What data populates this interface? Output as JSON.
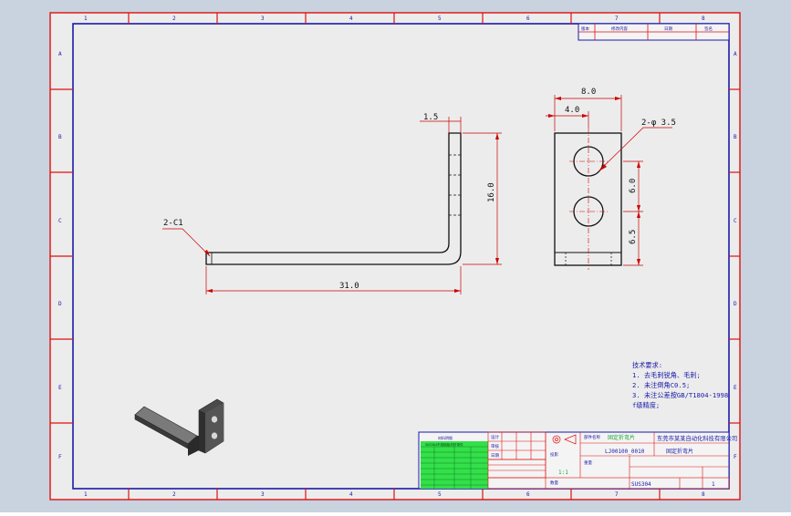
{
  "colors": {
    "background_outer": "#c9d3df",
    "sheet": "#ececec",
    "border_red": "#e01010",
    "frame_blue": "#1a1aa8",
    "geometry": "#101010",
    "dim_red": "#cc0000",
    "green_block": "#33e04a"
  },
  "zones": {
    "columns": [
      "1",
      "2",
      "3",
      "4",
      "5",
      "6",
      "7",
      "8"
    ],
    "rows": [
      "A",
      "B",
      "C",
      "D",
      "E",
      "F"
    ]
  },
  "dimensions": {
    "thickness": "1.5",
    "height": "16.0",
    "length": "31.0",
    "chamfer": "2-C1",
    "width": "8.0",
    "hole_offset": "4.0",
    "holes": "2-φ 3.5",
    "hole_spacing": "6.0",
    "hole_bottom": "6.5"
  },
  "tech_notes": {
    "title": "技术要求:",
    "lines": [
      "1. 去毛刺锐角、毛刺;",
      "2. 未注倒角C0.5;",
      "3. 未注公差按GB/T1804-1998",
      "   f级精度;"
    ]
  },
  "title_block": {
    "company": "东莞市某某自动化科技有限公司",
    "part_name": "固定折弯片",
    "drawing_no": "LJ00100_0010",
    "material": "SUS304",
    "part_label": "部件名称",
    "scale": "1:1",
    "sheet": "1",
    "projection_label": "投影",
    "quantity_label": "数量",
    "designer_label": "设计",
    "checker_label": "审核",
    "weight_label": "重量",
    "date_label": "日期"
  },
  "revision_block": {
    "headers": [
      "版本",
      "修改内容",
      "日期",
      "签名"
    ]
  },
  "green_table": {
    "header": "材料明细",
    "subheader": "SUS304不锈钢板材折弯件"
  }
}
